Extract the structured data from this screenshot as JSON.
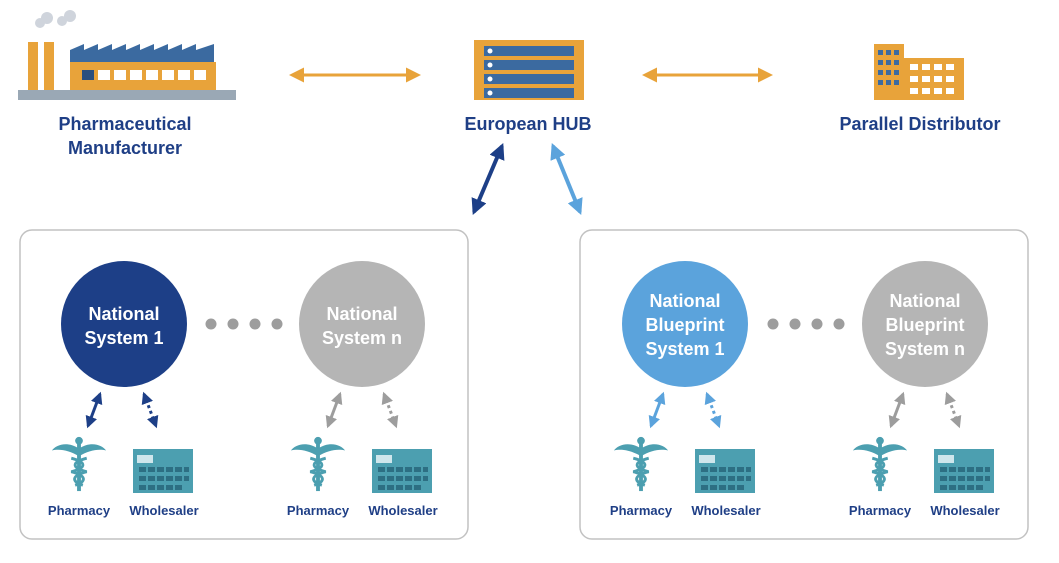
{
  "top": {
    "manufacturer_label_line1": "Pharmaceutical",
    "manufacturer_label_line2": "Manufacturer",
    "hub_label": "European HUB",
    "distributor_label": "Parallel Distributor"
  },
  "left_group": {
    "system1_line1": "National",
    "system1_line2": "System 1",
    "systemn_line1": "National",
    "systemn_line2": "System n",
    "pharmacy1": "Pharmacy",
    "wholesaler1": "Wholesaler",
    "pharmacy2": "Pharmacy",
    "wholesaler2": "Wholesaler"
  },
  "right_group": {
    "system1_line1": "National",
    "system1_line2": "Blueprint",
    "system1_line3": "System 1",
    "systemn_line1": "National",
    "systemn_line2": "Blueprint",
    "systemn_line3": "System n",
    "pharmacy1": "Pharmacy",
    "wholesaler1": "Wholesaler",
    "pharmacy2": "Pharmacy",
    "wholesaler2": "Wholesaler"
  },
  "colors": {
    "dark_blue": "#1d3f87",
    "light_blue": "#5ba3dc",
    "grey": "#b5b5b5",
    "orange": "#e8a33a",
    "teal": "#4c9fb0",
    "label": "#1f3f86"
  },
  "icons": [
    "factory-icon",
    "server-icon",
    "building-icon",
    "caduceus-icon",
    "warehouse-icon"
  ]
}
